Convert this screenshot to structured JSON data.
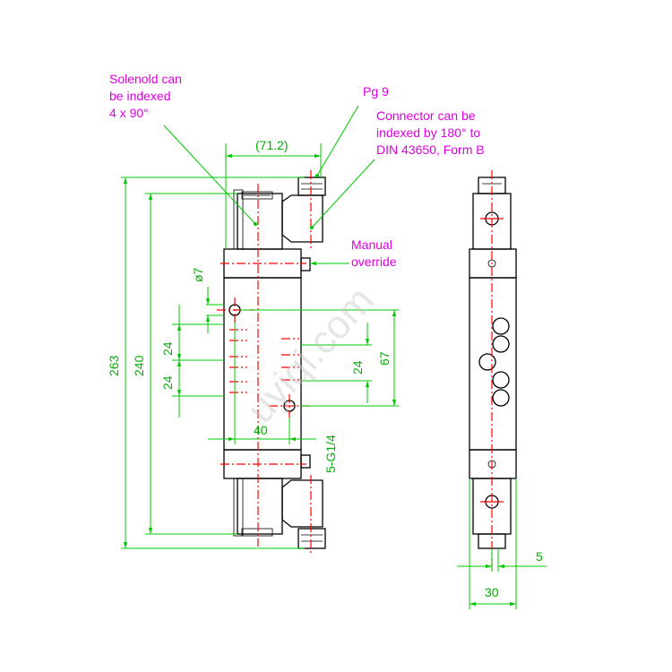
{
  "annotations": {
    "solenoid": [
      "Solenold can",
      "be indexed",
      "4 x 90°"
    ],
    "pg": "Pg 9",
    "connector": [
      "Connector can be",
      "indexed by 180° to",
      "DIN 43650, Form B"
    ],
    "manual": [
      "Manual",
      "override"
    ]
  },
  "dimensions": {
    "width_top": "(71.2)",
    "height_total": "263",
    "height_body": "240",
    "diameter": "ø7",
    "pitch_a": "24",
    "pitch_b": "24",
    "pitch_c": "24",
    "port_span": "67",
    "port_width": "40",
    "ports": "5-G1/4",
    "side_width": "30",
    "side_offset": "5"
  },
  "watermark": "uyiqi.com",
  "colors": {
    "outline": "#000000",
    "centerline": "#ff0000",
    "dimension": "#00c800",
    "annotation": "#e000e0"
  }
}
